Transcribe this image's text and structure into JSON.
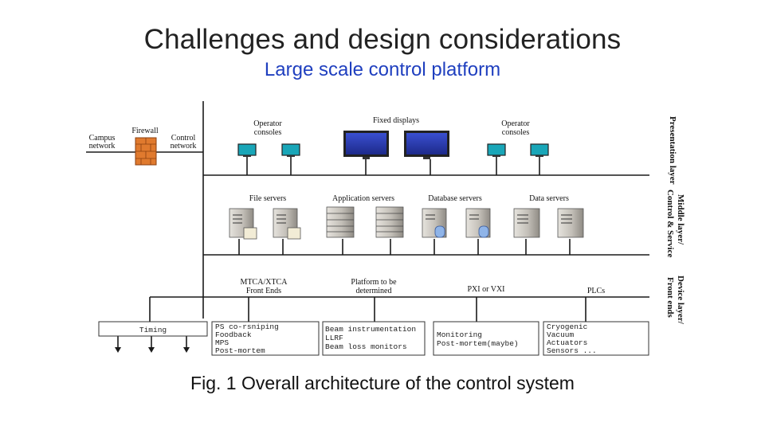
{
  "slide": {
    "title": "Challenges and design considerations",
    "subtitle": "Large scale control platform",
    "caption": "Fig. 1 Overall architecture of the control system"
  },
  "diagram": {
    "network": {
      "campus_line1": "Campus",
      "campus_line2": "network",
      "firewall": "Firewall",
      "control_line1": "Control",
      "control_line2": "network"
    },
    "presentation": {
      "operator_consoles_left_line1": "Operator",
      "operator_consoles_left_line2": "consoles",
      "fixed_displays": "Fixed displays",
      "operator_consoles_right_line1": "Operator",
      "operator_consoles_right_line2": "consoles"
    },
    "middle": {
      "file_servers": "File servers",
      "application_servers": "Application servers",
      "database_servers": "Database servers",
      "data_servers": "Data servers"
    },
    "device": {
      "front_ends_line1": "MTCA/XTCA",
      "front_ends_line2": "Front Ends",
      "platform_line1": "Platform to be",
      "platform_line2": "determined",
      "pxi": "PXI or VXI",
      "plcs": "PLCs"
    },
    "layers": {
      "presentation_line1": "Presentation layer",
      "middle_line1": "Middle layer/",
      "middle_line2": "Control & Service",
      "device_line1": "Device layer/",
      "device_line2": "Front ends"
    },
    "boxes": {
      "timing": "Timing",
      "ps_line1": "PS co-rsniping",
      "ps_line2": "Foodback",
      "ps_line3": "MPS",
      "ps_line4": "Post-mortem",
      "beam_line1": "Beam instrumentation",
      "beam_line2": "LLRF",
      "beam_line3": "Beam loss monitors",
      "monitoring_line1": "Monitoring",
      "monitoring_line2": "Post-mortem(maybe)",
      "cryo_line1": "Cryogenic",
      "cryo_line2": "Vacuum",
      "cryo_line3": "Actuators",
      "cryo_line4": "Sensors ..."
    },
    "colors": {
      "line": "#1a1a1a",
      "display_blue": "#2d3ea8",
      "console_cyan": "#19a6b8",
      "firewall_orange": "#e07a2e",
      "server_gray": "#b9b5ae"
    }
  }
}
